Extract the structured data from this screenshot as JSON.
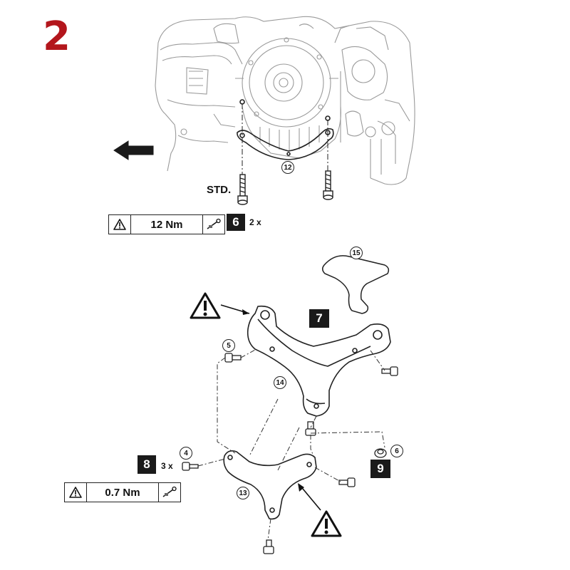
{
  "step": {
    "number": "2",
    "color": "#b3161c"
  },
  "top": {
    "std_label": "STD.",
    "torque_value": "12 Nm",
    "step_box": "6",
    "multiplier": "2 x",
    "part_12": "12"
  },
  "bottom": {
    "part_15": "15",
    "part_14": "14",
    "part_13": "13",
    "part_5": "5",
    "part_4": "4",
    "part_6": "6",
    "box_7": "7",
    "box_8": "8",
    "box_9": "9",
    "multiplier": "3 x",
    "torque_value": "0.7 Nm"
  },
  "icons": [
    "warning-triangle-icon",
    "torque-wrench-icon",
    "direction-arrow-icon"
  ]
}
